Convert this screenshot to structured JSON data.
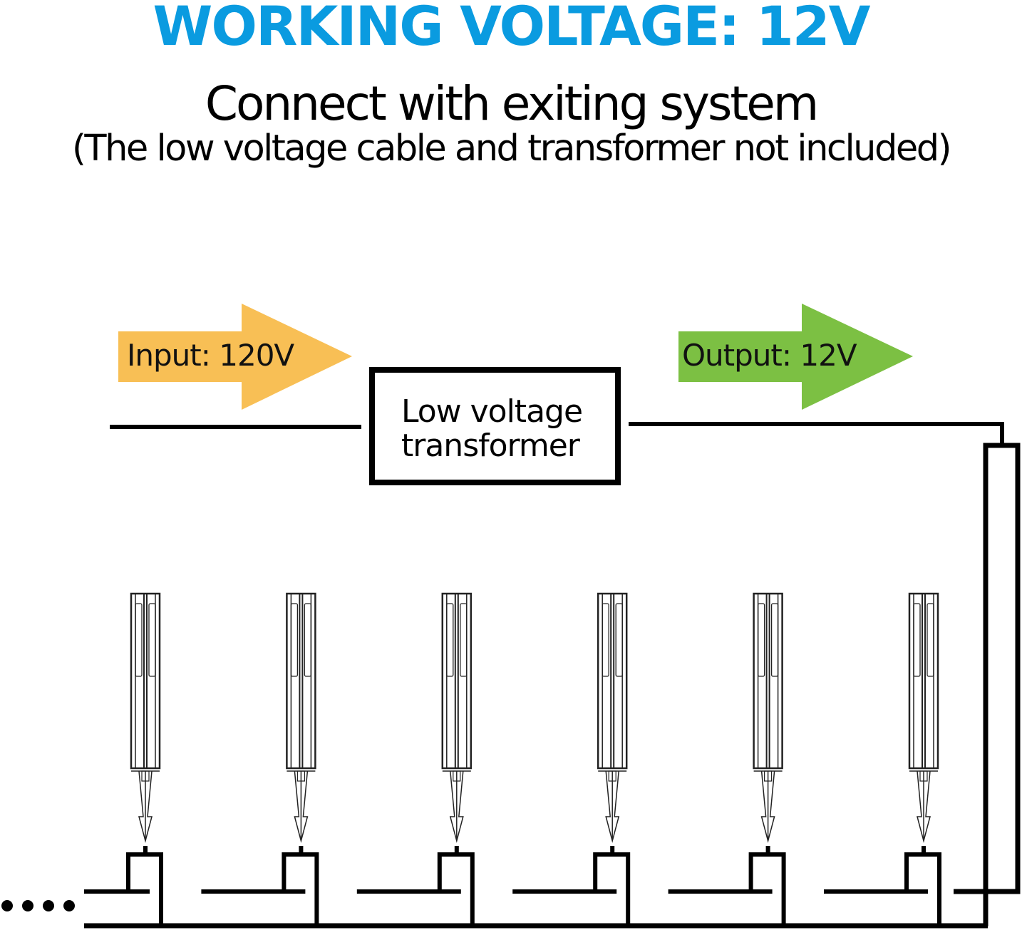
{
  "header": {
    "title": "WORKING VOLTAGE: 12V",
    "subtitle": "Connect with exiting system",
    "note": "(The low voltage cable and transformer not included)"
  },
  "diagram": {
    "input_arrow": {
      "label": "Input: 120V",
      "color": "#f8bf55"
    },
    "output_arrow": {
      "label": "Output: 12V",
      "color": "#7cc043"
    },
    "transformer": {
      "line1": "Low voltage",
      "line2": "transformer"
    },
    "title_color": "#0a9be0",
    "fixture_count": 6,
    "fixture_icon": "pathway-light-stake-icon",
    "continuation_dots": 4
  }
}
